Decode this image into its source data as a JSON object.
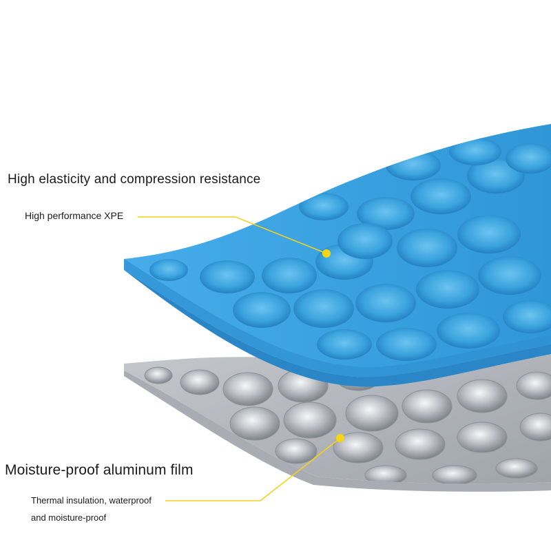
{
  "colors": {
    "foam_blue": "#3aa3de",
    "foam_edge": "#2a86c6",
    "foam_shadow": "#1f6fb0",
    "aluminum": "#b9bcc1",
    "aluminum_edge": "#9ea2a8",
    "callout_line": "#f2d21a",
    "callout_dot": "#f5d515",
    "background": "#ffffff"
  },
  "icons": [
    "callout-dot",
    "callout-line"
  ],
  "layers": {
    "top": {
      "heading": "High elasticity and compression resistance",
      "material": "High performance XPE"
    },
    "bottom": {
      "heading": "Moisture-proof aluminum film",
      "description_line1": "Thermal insulation, waterproof",
      "description_line2": "and moisture-proof"
    }
  }
}
